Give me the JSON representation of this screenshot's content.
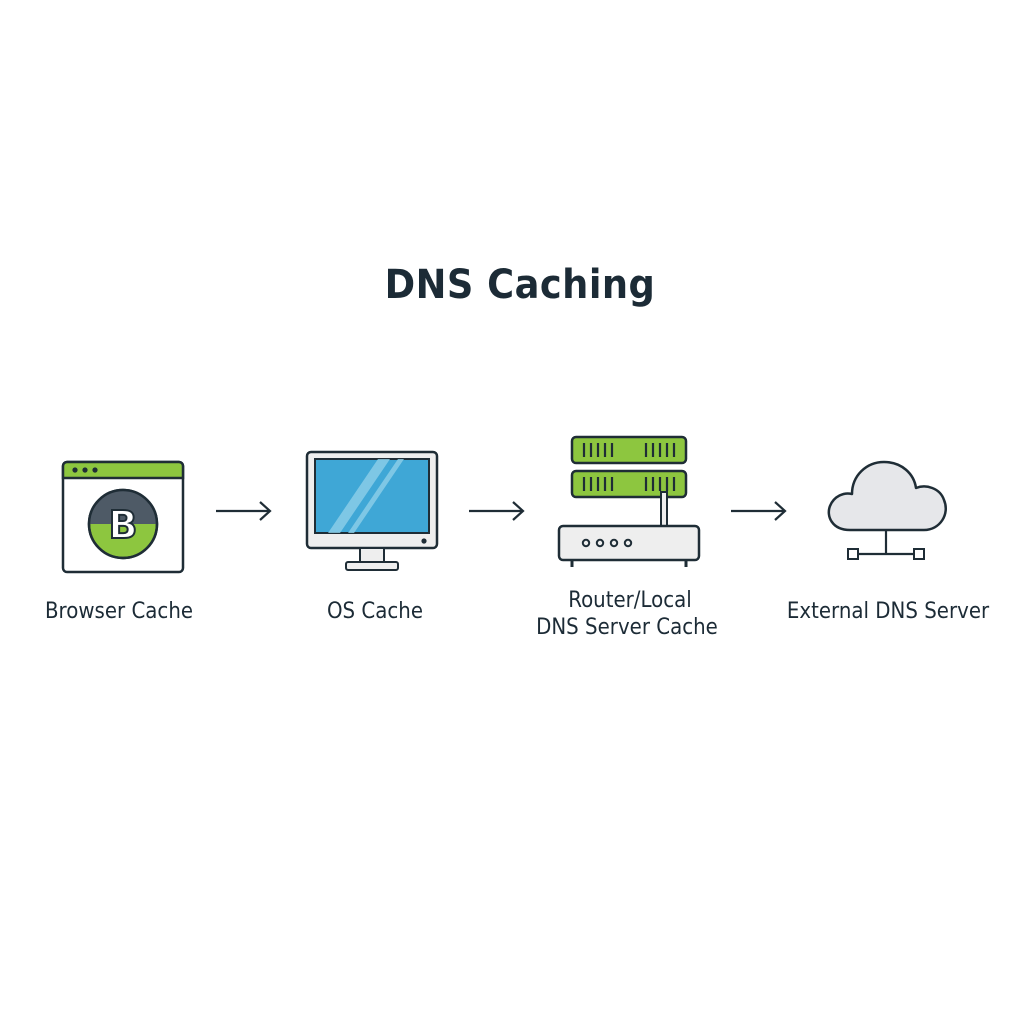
{
  "diagram": {
    "title": "DNS Caching",
    "nodes": [
      {
        "id": "browser",
        "label": "Browser Cache",
        "icon": "browser-window-icon"
      },
      {
        "id": "os",
        "label": "OS Cache",
        "icon": "monitor-icon"
      },
      {
        "id": "router",
        "label_lines": [
          "Router/Local",
          "DNS Server Cache"
        ],
        "icon": "router-server-icon"
      },
      {
        "id": "external",
        "label": "External DNS Server",
        "icon": "cloud-network-icon"
      }
    ],
    "browser_logo_letter": "B",
    "colors": {
      "accent_green": "#8dc63f",
      "dark_outline": "#1f2d36",
      "screen_blue": "#3fa7d6",
      "cloud_gray": "#e6e7ea",
      "device_gray": "#eeeeee"
    }
  }
}
